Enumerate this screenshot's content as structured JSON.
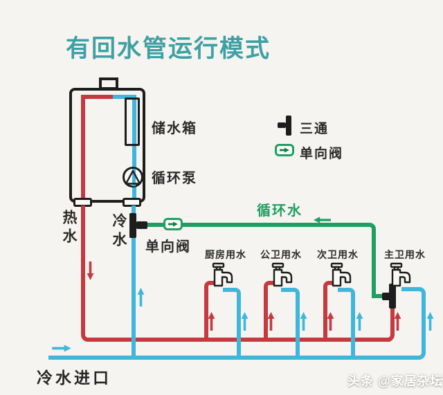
{
  "title": "有回水管运行模式",
  "heater": {
    "tank_label": "储水箱",
    "pump_label": "循环泵"
  },
  "pipes": {
    "hot_label": "热水",
    "cold_label": "冷水",
    "check_valve_label": "单向阀",
    "circulation_label": "循环水",
    "cold_inlet_label": "冷水进口"
  },
  "legend": {
    "tee_label": "三通",
    "check_valve_label": "单向阀"
  },
  "fixtures": [
    {
      "label": "厨房用水"
    },
    {
      "label": "公卫用水"
    },
    {
      "label": "次卫用水"
    },
    {
      "label": "主卫用水"
    }
  ],
  "watermark": "头条 @家居杂坛",
  "colors": {
    "title_teal": "#3fa0a3",
    "hot_water_red": "#c43a40",
    "cold_water_cyan": "#3fb6da",
    "circulation_green": "#1f9e62",
    "fitting_black": "#1d1d1d"
  },
  "icons": [
    "tee-icon",
    "check-valve-icon",
    "faucet-icon",
    "circulation-pump-icon",
    "flow-arrow-up",
    "flow-arrow-down",
    "flow-arrow-left",
    "flow-arrow-right"
  ]
}
